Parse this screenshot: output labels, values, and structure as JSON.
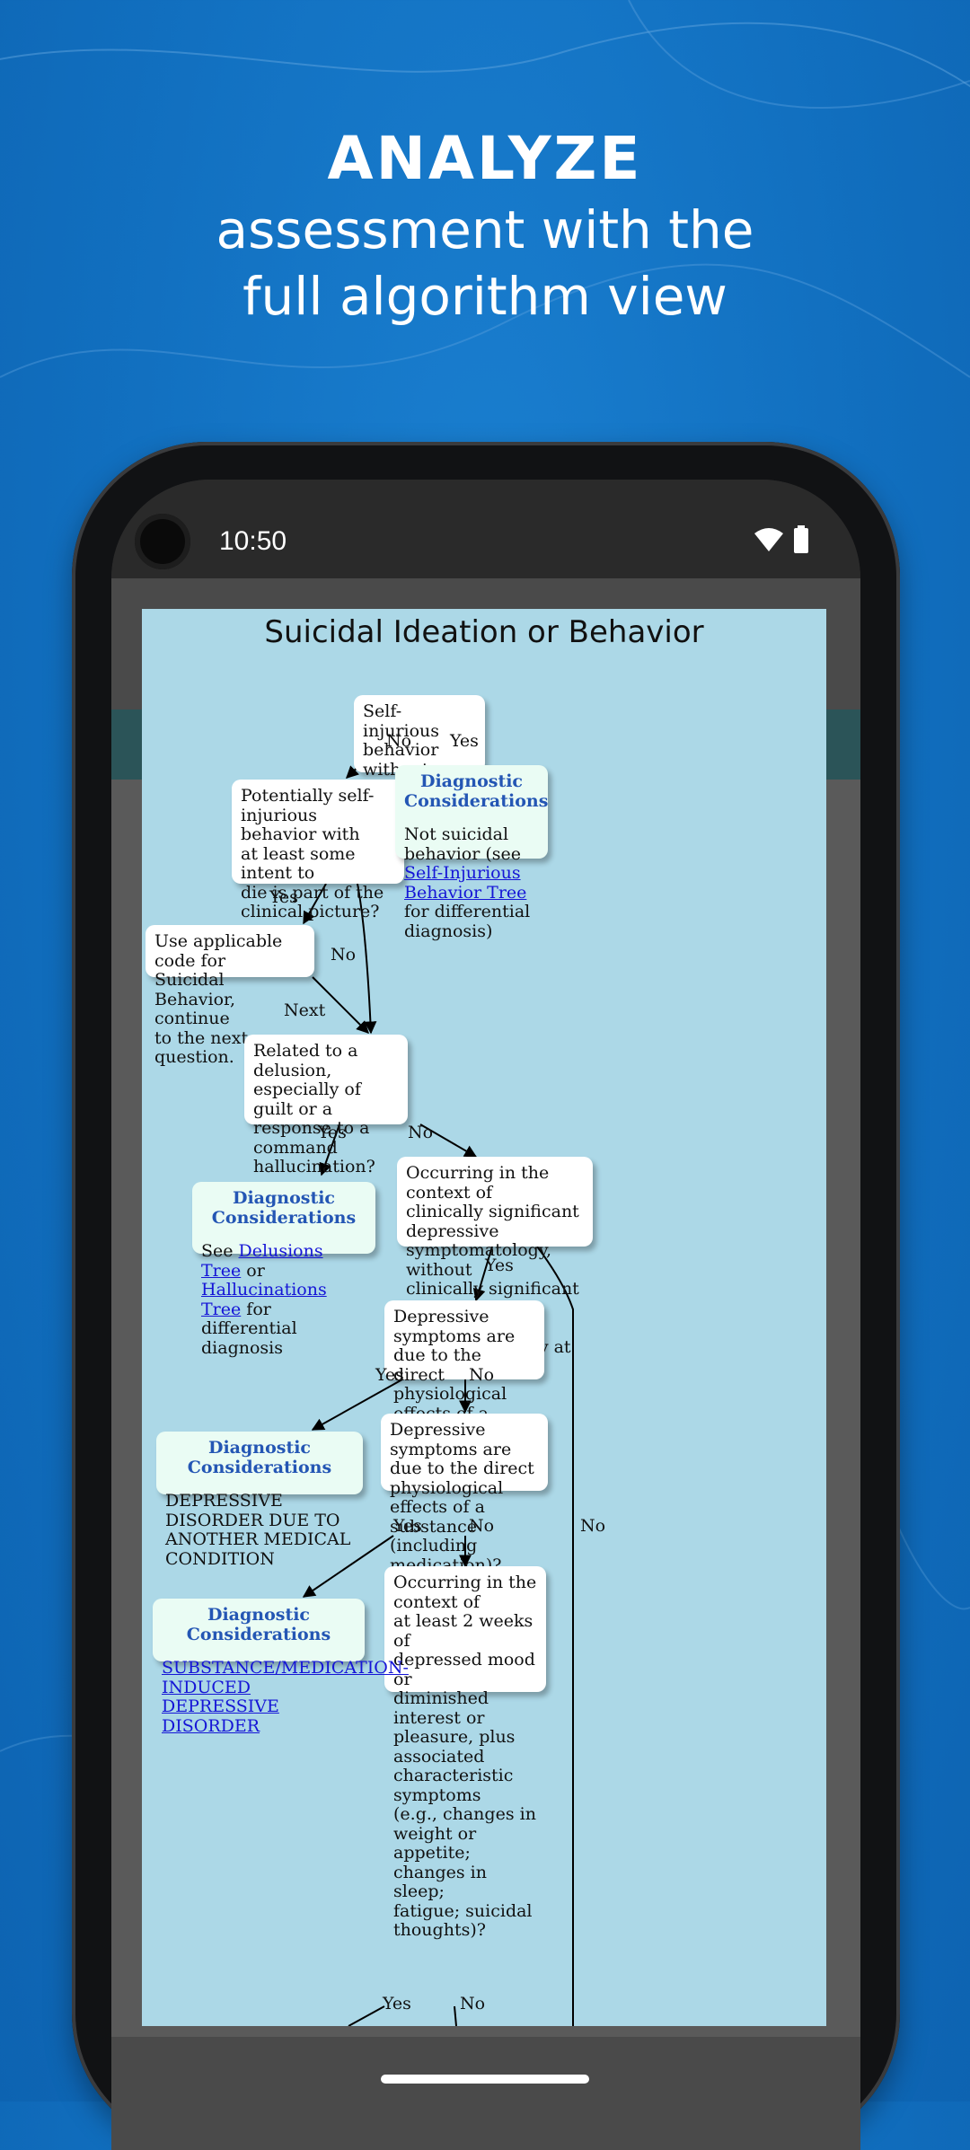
{
  "header": {
    "title": "ANALYZE",
    "subtitle_line1": "assessment with the",
    "subtitle_line2": "full algorithm view"
  },
  "status_bar": {
    "time": "10:50",
    "icons": [
      "wifi-icon",
      "battery-icon"
    ]
  },
  "dialog": {
    "title": "Suicidal Ideation or Behavior"
  },
  "flowchart": {
    "q1": "Self-injurious\nbehavior without any\nintent to die?",
    "q2": "Potentially self-\ninjurious behavior with\nat least some intent to\ndie is part of the\nclinical picture?",
    "q3": "Use applicable code for\nSuicidal Behavior, continue\nto the next question.",
    "q4": "Related to a delusion,\nespecially of guilt or a\nresponse to a command\nhallucination?",
    "q5": "Occurring in the context of\nclinically significant depressive\nsymptomatology, without\nclinically significant manic or\nhypomanic symptomatology at\nother times?",
    "q6": "Depressive symptoms are\ndue to the direct\nphysiological effects of a\nnonpsychiatric medical\ncondition?",
    "q7": "Depressive symptoms are\ndue to the direct\nphysiological effects of a\nsubstance (including\nmedication)?",
    "q8": "Occurring in the context of\nat least 2 weeks of\ndepressed mood or\ndiminished interest or\npleasure, plus associated\ncharacteristic symptoms\n(e.g., changes in weight or\nappetite; changes in sleep;\nfatigue; suicidal thoughts)?",
    "dx_heading": "Diagnostic Considerations",
    "dx_heading_split": "Diagnostic\nConsiderations",
    "dx1_text1": "Not suicidal behavior (see ",
    "dx1_link": "Self-Injurious Behavior Tree",
    "dx1_text2": " for differential diagnosis)",
    "dx2_text1": "See ",
    "dx2_link1": "Delusions Tree",
    "dx2_text2": " or ",
    "dx2_link2": "Hallucinations Tree",
    "dx2_text3": " for differential diagnosis",
    "dx3_text": "DEPRESSIVE DISORDER DUE TO ANOTHER MEDICAL CONDITION",
    "dx4_link": "SUBSTANCE/MEDICATION-INDUCED DEPRESSIVE DISORDER",
    "labels": {
      "yes": "Yes",
      "no": "No",
      "next": "Next"
    }
  },
  "colors": {
    "background": "#116fbf",
    "dialog_bg": "#acd8e7",
    "dx_box": "#eafcf4",
    "dx_heading": "#2456b4",
    "link": "#1515d6"
  }
}
